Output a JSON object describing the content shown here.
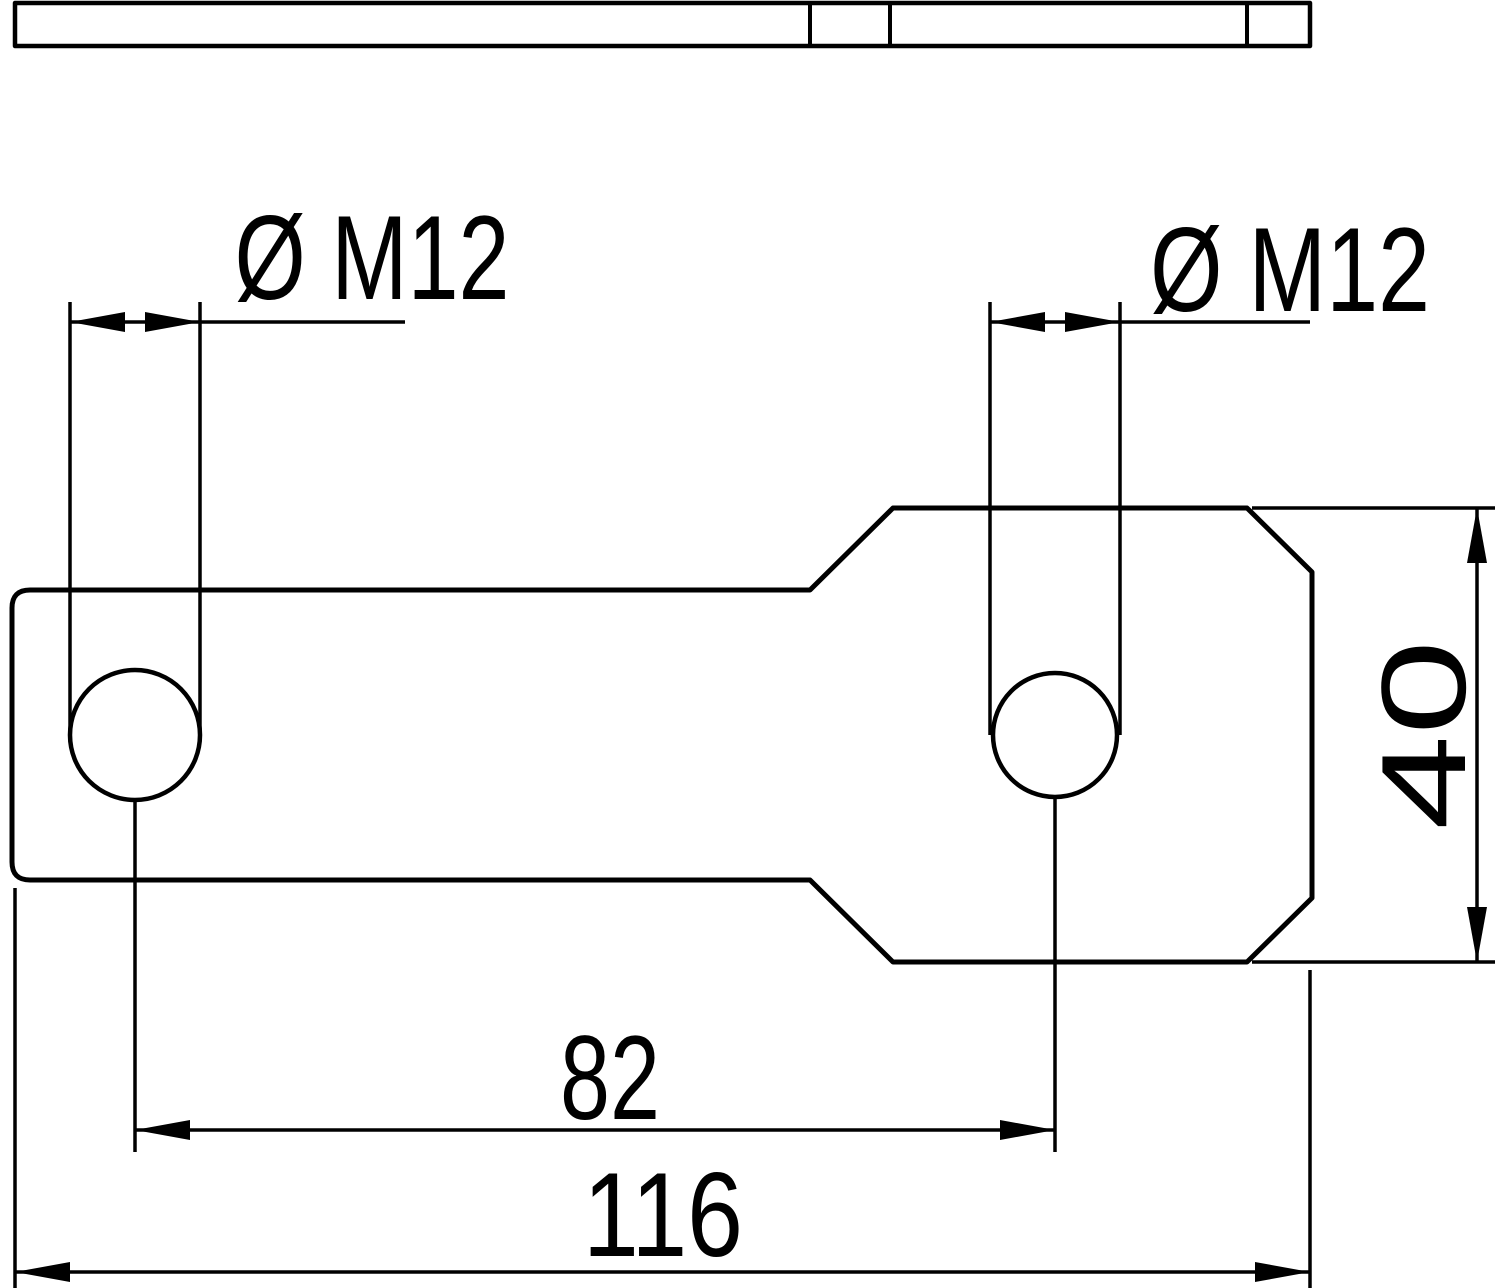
{
  "drawing": {
    "title": "flat-bracket-dimension-drawing",
    "views": [
      "edge-view-top",
      "plan-view"
    ],
    "units": "mm",
    "labels": {
      "hole_left_thread": "Ø M12",
      "hole_right_thread": "Ø M12",
      "hole_center_distance": "82",
      "overall_length": "116",
      "plate_width": "40"
    },
    "dimensions": {
      "hole_thread": "M12",
      "hole_count": 2,
      "hole_center_distance_mm": 82,
      "overall_length_mm": 116,
      "plate_width_mm": 40
    },
    "colors": {
      "line": "#000000",
      "background": "#ffffff"
    }
  }
}
